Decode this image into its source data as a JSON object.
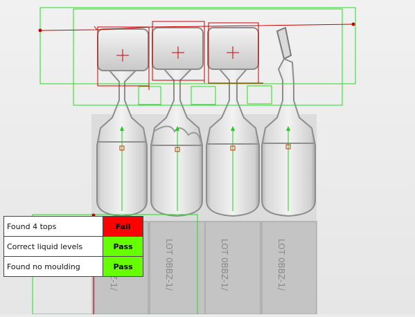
{
  "inspection": {
    "vial_count": 4,
    "results": [
      {
        "label": "Found 4 tops",
        "status": "Fail",
        "color": "#ff0000"
      },
      {
        "label": "Correct liquid levels",
        "status": "Pass",
        "color": "#66ff00"
      },
      {
        "label": "Found no moulding",
        "status": "Pass",
        "color": "#66ff00"
      }
    ]
  },
  "overlay_colors": {
    "roi": "#22dd22",
    "cap": "#cc0000",
    "level_arrow": "#22cc22",
    "level_marker": "#cc3300"
  }
}
